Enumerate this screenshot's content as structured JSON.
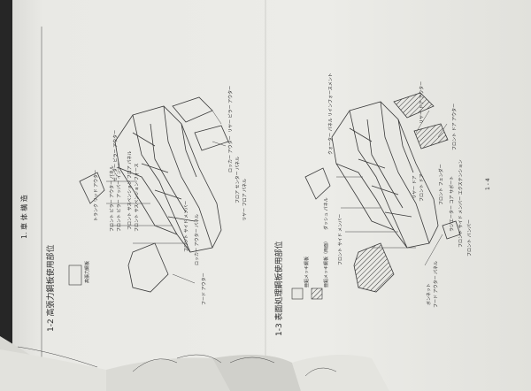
{
  "header": {
    "chapter": "1. 車 体 構 造"
  },
  "left": {
    "section": "1-2 高張力鋼板使用部位",
    "legend": "高張力鋼板",
    "labels": [
      "リヤー ピラー アウター",
      "トランク リッド アウター",
      "フロント ピラー アウター パネル",
      "フロント ピラー アッパー インナー",
      "フロント サスペンション フロア パネル",
      "フロント サスペンション フォース",
      "フロント サイド メンバー",
      "ロッカー アウター パネル",
      "センター ピラー アウター",
      "ロッカー アウター",
      "フロア センター パネル",
      "リヤー フロア パネル",
      "フード アウター"
    ]
  },
  "right": {
    "section": "1-3 表面処理鋼板使用部位",
    "legend1": "亜鉛メッキ鋼板",
    "legend2": "亜鉛メッキ鋼板（両面）",
    "labels": [
      "クォーター パネル リインフォースメント",
      "リヤー ドア アウター",
      "フロント ドア アウター",
      "リヤー ドア",
      "フロント ドア",
      "ダッシュ パネル",
      "フロント フェンダー",
      "フロント サイド メンバー",
      "ラジエーター コア サポート",
      "フロント サイド メンバー エクステンション",
      "フロント バンパー",
      "ボンネット",
      "フード アウター パネル"
    ],
    "page_no": "1 - 4"
  }
}
